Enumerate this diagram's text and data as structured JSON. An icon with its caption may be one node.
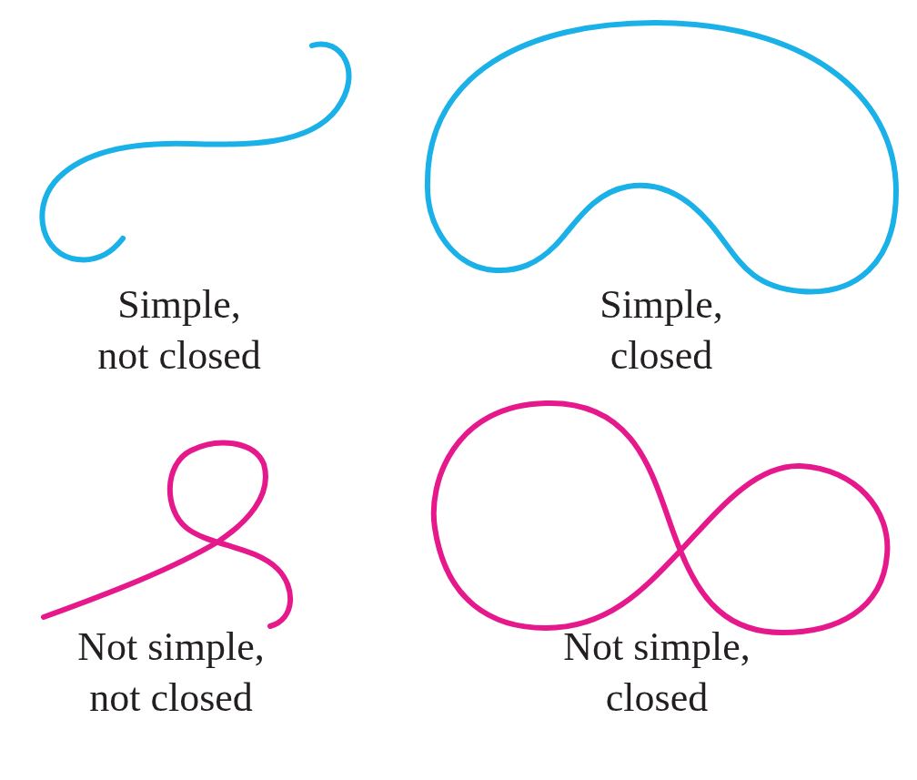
{
  "diagram": {
    "labels": [
      "Simple, not closed",
      "Simple, closed",
      "Not simple, not closed",
      "Not simple, closed"
    ]
  }
}
